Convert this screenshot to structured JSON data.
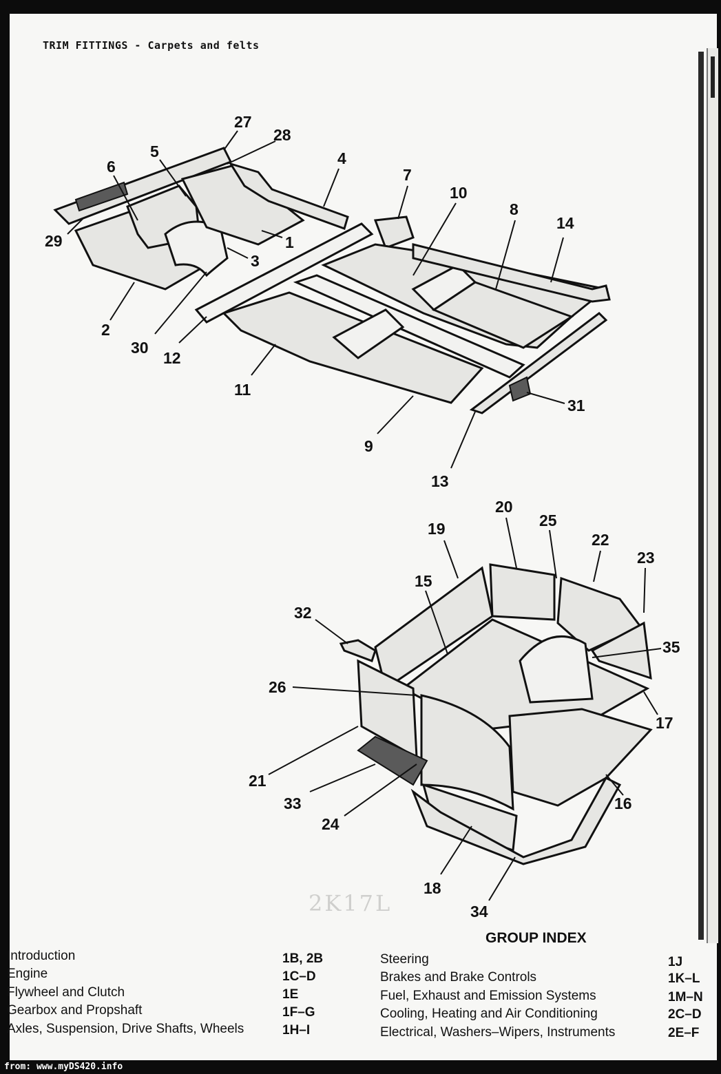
{
  "header": {
    "title": "TRIM FITTINGS - Carpets and felts"
  },
  "diagram_upper": {
    "callouts": [
      "27",
      "28",
      "5",
      "6",
      "4",
      "7",
      "10",
      "8",
      "14",
      "29",
      "1",
      "3",
      "2",
      "30",
      "12",
      "11",
      "31",
      "9",
      "13"
    ]
  },
  "diagram_lower": {
    "callouts": [
      "20",
      "25",
      "19",
      "22",
      "23",
      "15",
      "32",
      "35",
      "26",
      "17",
      "21",
      "16",
      "33",
      "24",
      "18",
      "34"
    ]
  },
  "handwritten_note": "2K17L",
  "group_index": {
    "title": "GROUP INDEX",
    "left": [
      {
        "label": "Introduction",
        "code": "1B, 2B"
      },
      {
        "label": "Engine",
        "code": "1C–D"
      },
      {
        "label": "Flywheel and Clutch",
        "code": "1E"
      },
      {
        "label": "Gearbox and Propshaft",
        "code": "1F–G"
      },
      {
        "label": "Axles, Suspension, Drive Shafts, Wheels",
        "code": "1H–I"
      }
    ],
    "right": [
      {
        "label": "Steering",
        "code": "1J"
      },
      {
        "label": "Brakes and Brake Controls",
        "code": "1K–L"
      },
      {
        "label": "Fuel, Exhaust and Emission Systems",
        "code": "1M–N"
      },
      {
        "label": "Cooling, Heating and Air Conditioning",
        "code": "2C–D"
      },
      {
        "label": "Electrical, Washers–Wipers, Instruments",
        "code": "2E–F"
      }
    ]
  },
  "footer": {
    "source": "from: www.myDS420.info"
  }
}
